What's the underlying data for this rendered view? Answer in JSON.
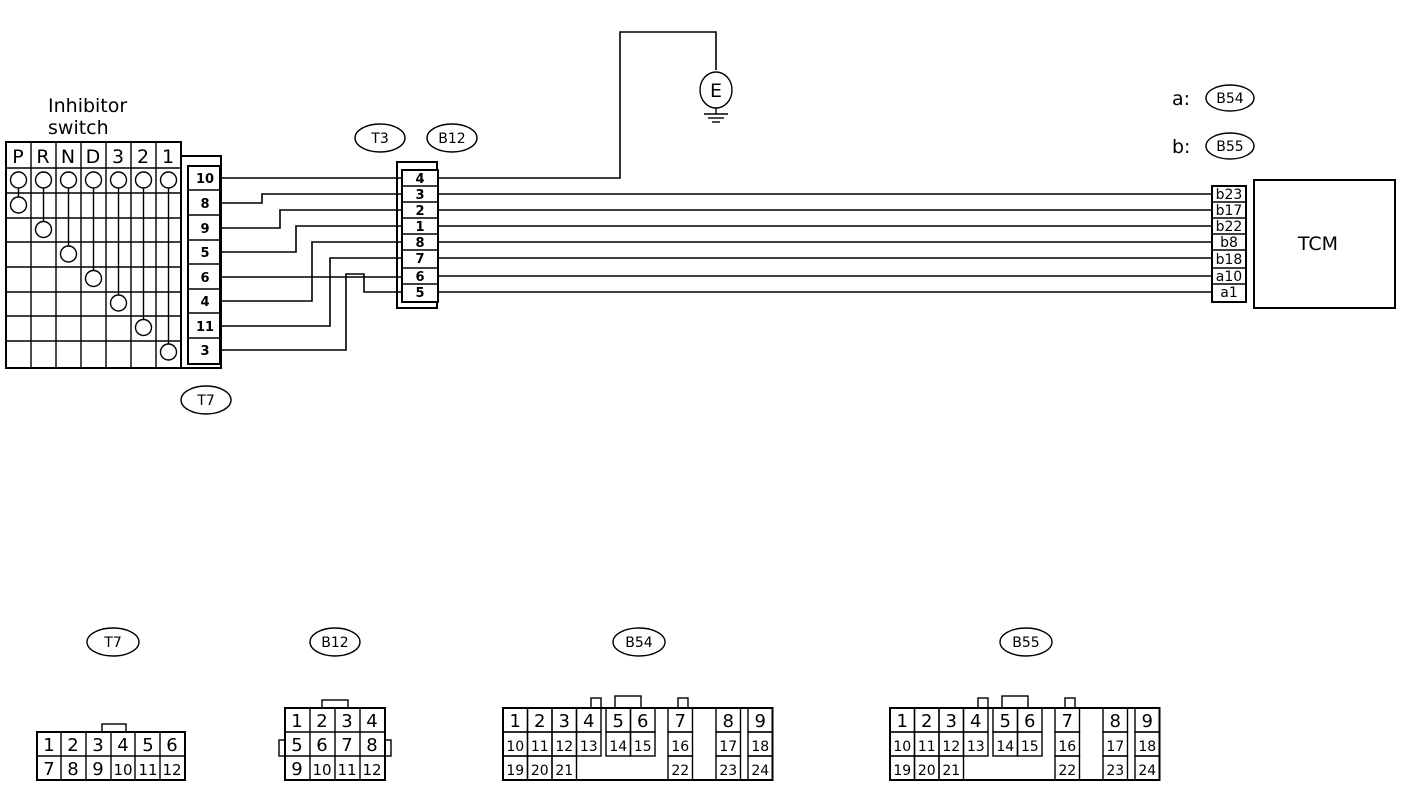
{
  "inhibitor": {
    "title_line1": "Inhibitor",
    "title_line2": "switch",
    "positions": [
      "P",
      "R",
      "N",
      "D",
      "3",
      "2",
      "1"
    ]
  },
  "connectors": {
    "t7_pins": [
      "10",
      "8",
      "9",
      "5",
      "6",
      "4",
      "11",
      "3"
    ],
    "t7_tag": "T7",
    "t3_tag": "T3",
    "b12_tag": "B12",
    "b12_pins": [
      "4",
      "3",
      "2",
      "1",
      "8",
      "7",
      "6",
      "5"
    ],
    "tcm_pins": [
      "b23",
      "b17",
      "b22",
      "b8",
      "b18",
      "a10",
      "a1"
    ]
  },
  "ground": {
    "label": "E"
  },
  "tcm": {
    "label": "TCM"
  },
  "legend": {
    "a_prefix": "a:",
    "a_conn": "B54",
    "b_prefix": "b:",
    "b_conn": "B55"
  },
  "faces": {
    "t7": {
      "tag": "T7",
      "row1": [
        "1",
        "2",
        "3",
        "4",
        "5",
        "6"
      ],
      "row2": [
        "7",
        "8",
        "9",
        "10",
        "11",
        "12"
      ]
    },
    "b12": {
      "tag": "B12",
      "row1": [
        "1",
        "2",
        "3",
        "4"
      ],
      "row2": [
        "5",
        "6",
        "7",
        "8"
      ],
      "row3": [
        "9",
        "10",
        "11",
        "12"
      ]
    },
    "b54": {
      "tag": "B54",
      "row1": [
        "1",
        "2",
        "3",
        "4",
        "5",
        "6",
        "7",
        "8",
        "9"
      ],
      "row2": [
        "10",
        "11",
        "12",
        "13",
        "14",
        "15",
        "16",
        "17",
        "18"
      ],
      "row3": [
        "19",
        "20",
        "21",
        "22",
        "23",
        "24"
      ]
    },
    "b55": {
      "tag": "B55",
      "row1": [
        "1",
        "2",
        "3",
        "4",
        "5",
        "6",
        "7",
        "8",
        "9"
      ],
      "row2": [
        "10",
        "11",
        "12",
        "13",
        "14",
        "15",
        "16",
        "17",
        "18"
      ],
      "row3": [
        "19",
        "20",
        "21",
        "22",
        "23",
        "24"
      ]
    }
  }
}
